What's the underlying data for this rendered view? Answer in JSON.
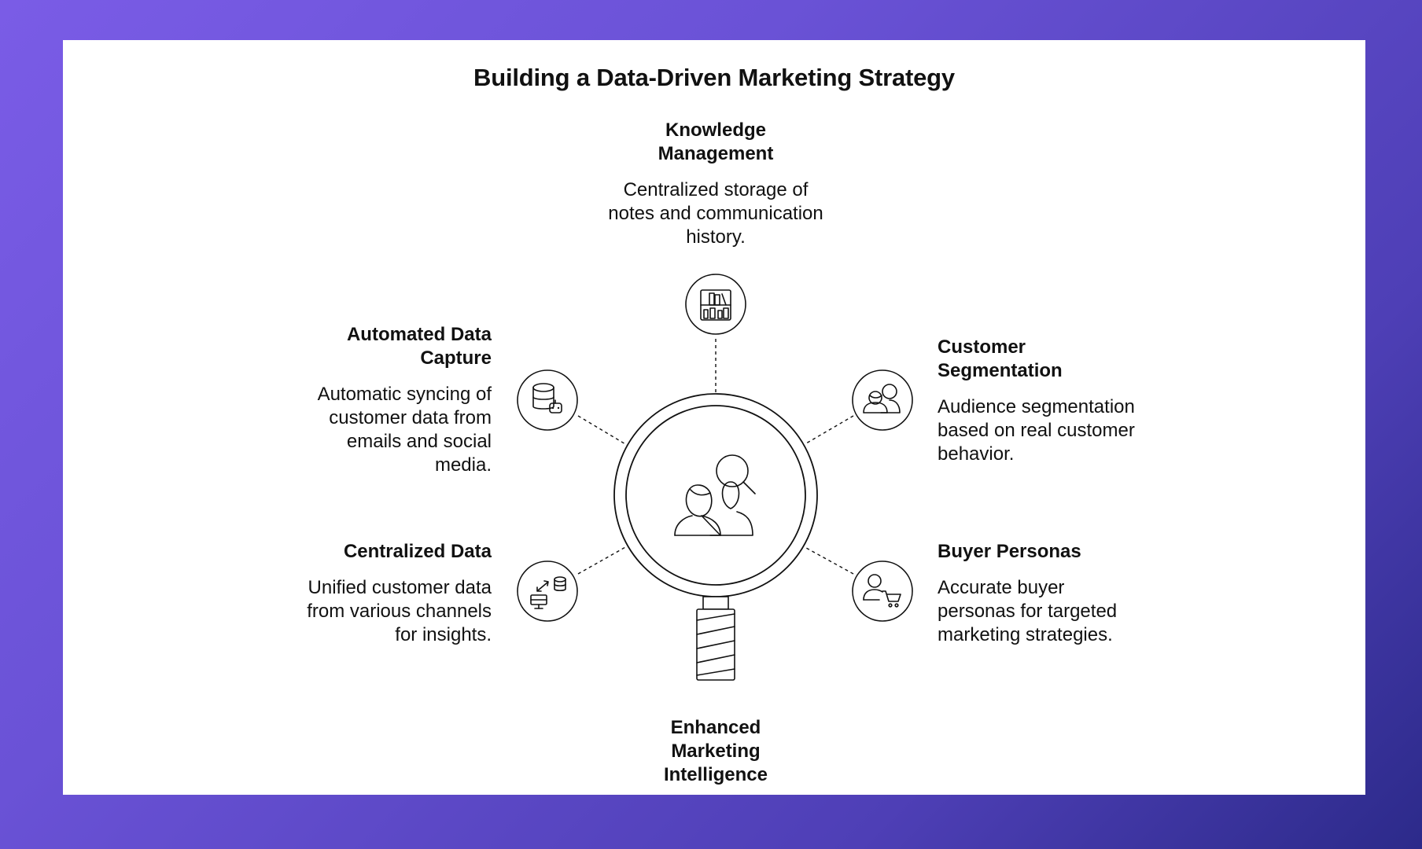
{
  "title": "Building a Data-Driven Marketing Strategy",
  "nodes": {
    "knowledge": {
      "head": "Knowledge Management",
      "desc": "Centralized storage of notes and communication history.",
      "icon": "bookshelf-icon"
    },
    "automated": {
      "head": "Automated Data Capture",
      "desc": "Automatic syncing of customer data from emails and social media.",
      "icon": "database-robot-icon"
    },
    "segmentation": {
      "head": "Customer Segmentation",
      "desc": "Audience segmentation based on real customer behavior.",
      "icon": "user-group-icon"
    },
    "centralized": {
      "head": "Centralized Data",
      "desc": "Unified customer data from various channels for insights.",
      "icon": "data-sync-icon"
    },
    "personas": {
      "head": "Buyer Personas",
      "desc": "Accurate buyer personas for targeted marketing strategies.",
      "icon": "user-cart-icon"
    },
    "center": {
      "head": "Enhanced Marketing Intelligence",
      "icon": "magnifier-people-icon"
    }
  }
}
